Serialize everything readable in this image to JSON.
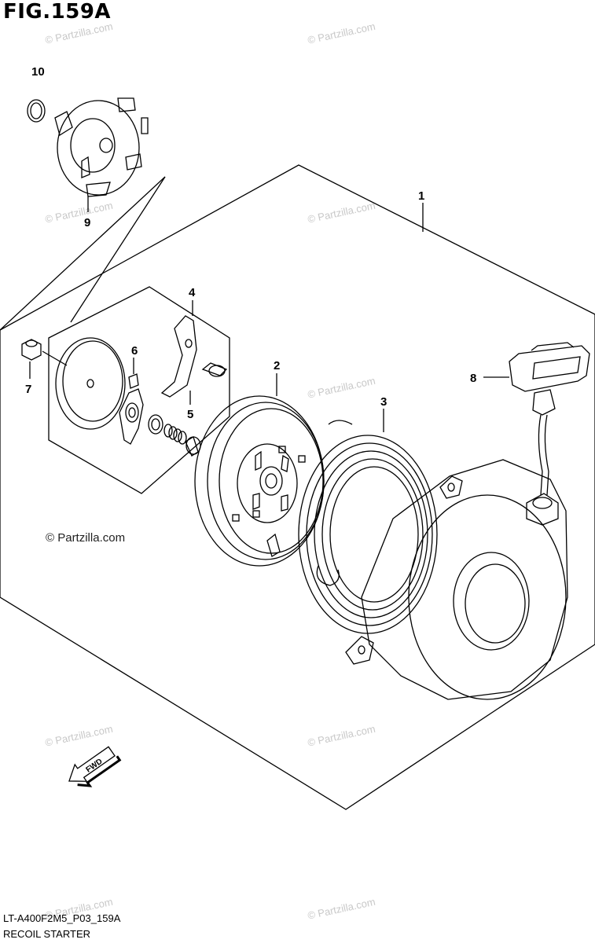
{
  "figure": {
    "title": "FIG.159A"
  },
  "watermark": {
    "text": "© Partzilla.com"
  },
  "callouts": [
    "1",
    "2",
    "3",
    "4",
    "5",
    "6",
    "7",
    "8",
    "9",
    "10"
  ],
  "fwd_label": "FWD",
  "footer": {
    "code": "LT-A400F2M5_P03_159A",
    "description": "RECOIL STARTER"
  },
  "colors": {
    "line": "#000000",
    "watermark": "#c8c8c8"
  }
}
